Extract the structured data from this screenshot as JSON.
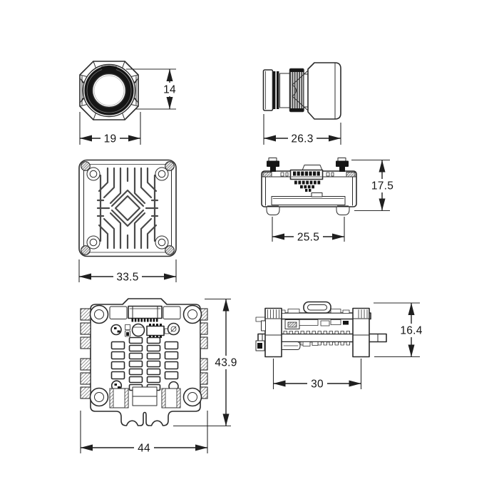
{
  "colors": {
    "background": "#ffffff",
    "line": "#2b2b2b",
    "dark_fill": "#161616",
    "fin_line": "#4a4a4a",
    "dimension_text": "#151515"
  },
  "dims": {
    "camera_front_height": "14",
    "camera_front_width": "19",
    "camera_side_length": "26.3",
    "heatsink_width": "33.5",
    "board_side_height": "17.5",
    "board_side_mount_spacing": "25.5",
    "esc_board_height": "43.9",
    "esc_board_width": "44",
    "stack_height": "16.4",
    "stack_mount_spacing": "30"
  }
}
